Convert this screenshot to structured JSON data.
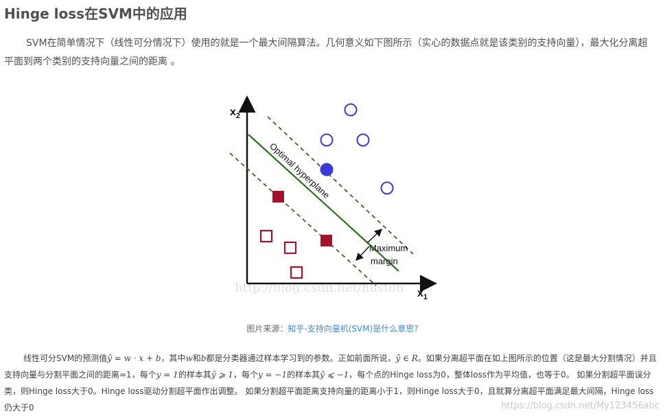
{
  "title": "Hinge loss在SVM中的应用",
  "intro": "SVM在简单情况下（线性可分情况下）使用的就是一个最大间隔算法。几何意义如下图所示（实心的数据点就是该类别的支持向量），最大化分离超平面到两个类别的支持向量之间的距离 。",
  "figure": {
    "x1_label": "x",
    "x1_sub": "1",
    "x2_label": "x",
    "x2_sub": "2",
    "hyperplane_label": "Optimal hyperplane",
    "margin_label_1": "Maximum",
    "margin_label_2": "margin",
    "watermark": "http://blog.csdn.net/huston",
    "positive_color": "#3a3ad6",
    "negative_color": "#a3112b",
    "hyperplane_color": "#2e6b1e"
  },
  "caption": {
    "prefix": "图片来源：",
    "link": "知乎-支持向量机(SVM)是什么意思?"
  },
  "para2": {
    "t1": "线性可分SVM的预测值",
    "m1": "ŷ = w · x + b",
    "t2": "，其中",
    "m2": "w",
    "t3": "和",
    "m3": "b",
    "t4": "都是分类器通过样本学习到的参数。正如前面所说，",
    "m4": "ŷ ∈ R",
    "t5": "。如果分离超平面在如上图所示的位置（这是最大分割情况）并且支持向量与分割平面之间的距离=1，每个",
    "m5": "y = 1",
    "t6": "的样本其",
    "m6": "ŷ ⩾ 1",
    "t7": "，每个",
    "m7": "y = −1",
    "t8": "的样本其",
    "m8": "ŷ ⩽ −1",
    "t9": "，每个点的Hinge loss为0，整体loss作为平均值，也等于0。 如果分割超平面误分类，则Hinge loss大于0。Hinge loss驱动分割超平面作出调整。 如果分割超平面距离支持向量的距离小于1，则Hinge loss大于0，且就算分离超平面满足最大间隔，Hinge loss仍大于0"
  },
  "corner_watermark": "https://blog.csdn.net/My123456abc"
}
